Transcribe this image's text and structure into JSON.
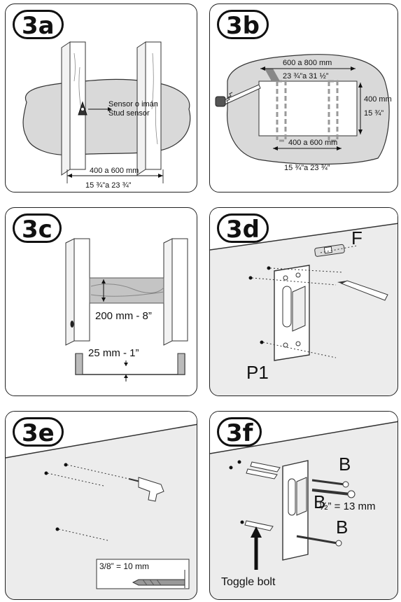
{
  "panels": [
    {
      "id": "3a",
      "label": "3a",
      "sensor_es": "Sensor o imán",
      "sensor_en": "Stud sensor",
      "spacing_mm": "400 a 600 mm",
      "spacing_in": "15 ¾”a 23 ¾”"
    },
    {
      "id": "3b",
      "label": "3b",
      "width_mm": "600 a 800 mm",
      "width_in": "23 ¾”a 31  ½”",
      "height_mm": "400 mm",
      "height_in": "15 ¾”",
      "spacing_mm": "400 a 600 mm",
      "spacing_in": "15 ¾”a 23 ¾”"
    },
    {
      "id": "3c",
      "label": "3c",
      "board": "200 mm - 8”",
      "gap": "25 mm - 1”"
    },
    {
      "id": "3d",
      "label": "3d",
      "level_letter": "F",
      "bracket_letter": "P1"
    },
    {
      "id": "3e",
      "label": "3e",
      "drill_size": "3/8” = 10 mm"
    },
    {
      "id": "3f",
      "label": "3f",
      "screw_b1": "B",
      "screw_b2": "B",
      "screw_b3": "B",
      "length": "½” = 13 mm",
      "toggle": "Toggle bolt"
    }
  ]
}
